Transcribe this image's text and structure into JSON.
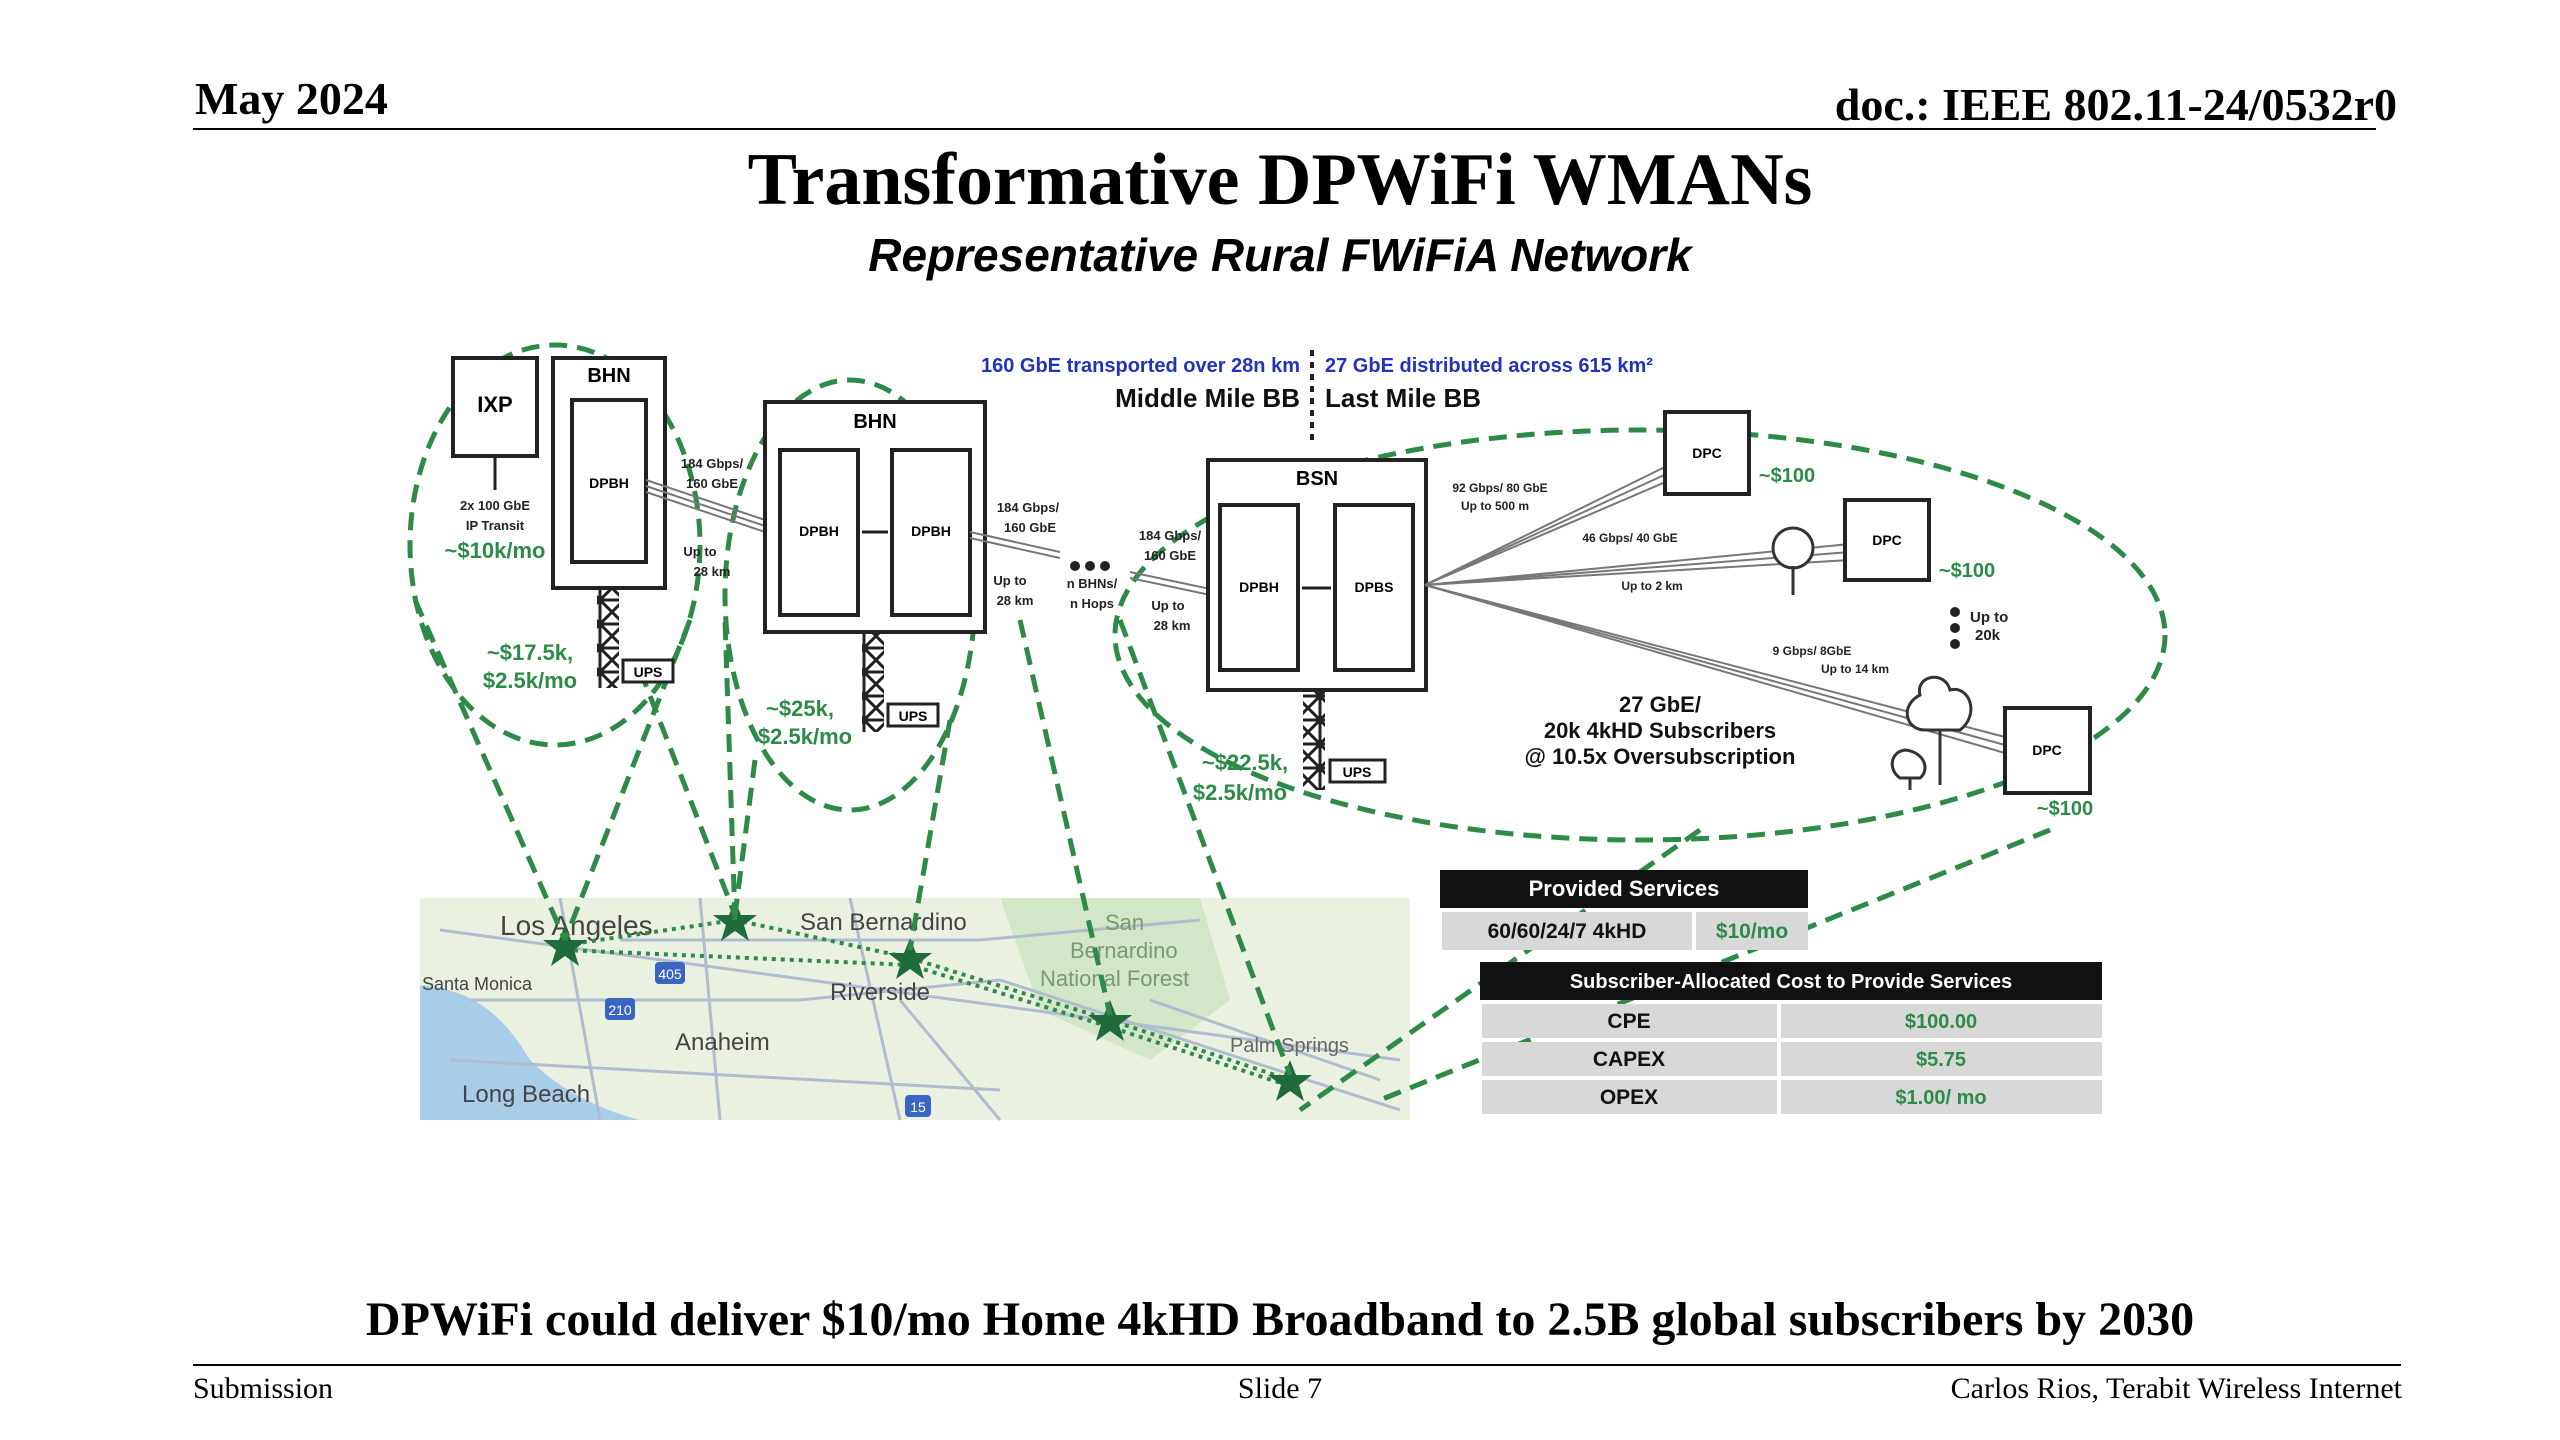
{
  "header": {
    "date": "May 2024",
    "doc": "doc.: IEEE 802.11-24/0532r0"
  },
  "title": "Transformative DPWiFi WMANs",
  "subtitle": "Representative Rural FWiFiA Network",
  "diagram": {
    "mm_transport": "160 GbE transported over 28n km",
    "lm_distribution": "27 GbE distributed across 615 km²",
    "middle_mile": "Middle Mile BB",
    "last_mile": "Last Mile BB",
    "ixp": "IXP",
    "bhn": "BHN",
    "bsn": "BSN",
    "dpbh": "DPBH",
    "dpbs": "DPBS",
    "ups": "UPS",
    "dpc": "DPC",
    "ip_transit_1": "2x 100 GbE",
    "ip_transit_2": "IP Transit",
    "ip_transit_cost": "~$10k/mo",
    "link_184a": "184 Gbps/",
    "link_160a": "160 GbE",
    "link_upto": "Up to",
    "link_28km": "28 km",
    "link_184b": "184 Gbps/",
    "link_160b": "160 GbE",
    "link_184c": "184 Gbps/",
    "link_160c": "160 GbE",
    "n_bhns": "n BHNs/",
    "n_hops": "n Hops",
    "bhn1_cost_1": "~$17.5k,",
    "bhn1_cost_2": "$2.5k/mo",
    "bhn2_cost_1": "~$25k,",
    "bhn2_cost_2": "$2.5k/mo",
    "bsn_cost_1": "~$22.5k,",
    "bsn_cost_2": "$2.5k/mo",
    "dl_92": "92 Gbps/ 80 GbE",
    "dl_92_range": "Up to 500 m",
    "dl_46": "46 Gbps/ 40 GbE",
    "dl_46_range": "Up to 2 km",
    "dl_9": "9 Gbps/ 8GbE",
    "dl_9_range": "Up to 14 km",
    "dpc_cost": "~$100",
    "upto_20k_1": "Up to",
    "upto_20k_2": "20k",
    "summary_1": "27 GbE/",
    "summary_2": "20k 4kHD Subscribers",
    "summary_3": "@ 10.5x Oversubscription",
    "map": {
      "los_angeles": "Los Angeles",
      "san_bernardino": "San Bernardino",
      "santa_monica": "Santa Monica",
      "riverside": "Riverside",
      "anaheim": "Anaheim",
      "long_beach": "Long Beach",
      "san_bernardino_nf_1": "San",
      "san_bernardino_nf_2": "Bernardino",
      "san_bernardino_nf_3": "National Forest",
      "palm_springs": "Palm Springs",
      "hwy_405": "405",
      "hwy_210": "210",
      "hwy_15": "15"
    }
  },
  "provided_services": {
    "header": "Provided Services",
    "service": "60/60/24/7 4kHD",
    "price": "$10/mo"
  },
  "cost_table": {
    "header": "Subscriber-Allocated Cost to Provide Services",
    "rows": [
      {
        "label": "CPE",
        "value": "$100.00"
      },
      {
        "label": "CAPEX",
        "value": "$5.75"
      },
      {
        "label": "OPEX",
        "value": "$1.00/ mo"
      }
    ]
  },
  "colors": {
    "accent_green": "#2e8b47",
    "blue_text": "#2233bb",
    "map_water": "#a8cde8",
    "map_land": "#eaf1e0"
  },
  "tagline": "DPWiFi could deliver $10/mo Home 4kHD Broadband to 2.5B global subscribers by 2030",
  "footer": {
    "left": "Submission",
    "center": "Slide 7",
    "right": "Carlos Rios, Terabit Wireless Internet"
  }
}
